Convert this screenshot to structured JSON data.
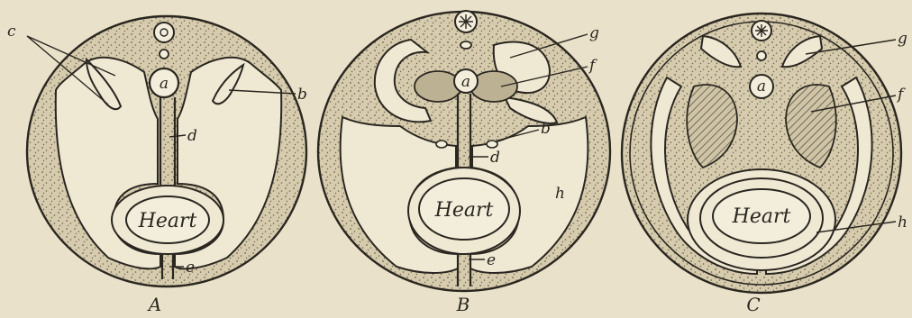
{
  "panels": [
    {
      "caption": "A",
      "heart": "Heart",
      "center": "a",
      "labels": {
        "c": "c",
        "b": "b",
        "d": "d",
        "e": "e"
      }
    },
    {
      "caption": "B",
      "heart": "Heart",
      "center": "a",
      "labels": {
        "g": "g",
        "f": "f",
        "b": "b",
        "d": "d",
        "e": "e",
        "h": "h"
      }
    },
    {
      "caption": "C",
      "heart": "Heart",
      "center": "a",
      "labels": {
        "g": "g",
        "f": "f",
        "h": "h"
      }
    }
  ],
  "colors": {
    "paper": "#e9e1c9",
    "ink": "#2a2620",
    "stipple": "#6a6150",
    "hatch": "#5a5244"
  }
}
